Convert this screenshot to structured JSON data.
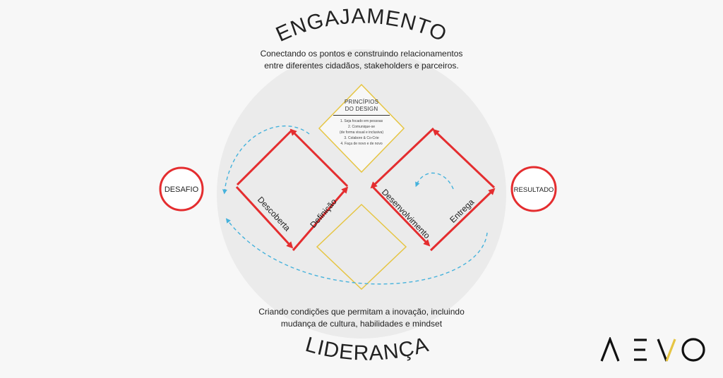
{
  "title_top": "ENGAJAMENTO",
  "subtitle_top_line1": "Conectando os pontos e construindo relacionamentos",
  "subtitle_top_line2": "entre diferentes cidadãos, stakeholders e parceiros.",
  "principles_title_line1": "PRINCÍPIOS",
  "principles_title_line2": "DO DESIGN",
  "principles_items": [
    "1. Seja focado em pessoas",
    "2. Comunique-se",
    "(de forma visual e inclusiva)",
    "3. Colabore & Co-Crie",
    "4. Faça de novo e de novo"
  ],
  "left_circle_label": "DESAFIO",
  "right_circle_label": "RESULTADO",
  "phase_labels": {
    "discover": "Descoberta",
    "define": "Definição",
    "develop": "Desenvolvimento",
    "deliver": "Entrega"
  },
  "subtitle_bottom_line1": "Criando condições que permitam a inovação, incluindo",
  "subtitle_bottom_line2": "mudança de cultura, habilidades e mindset",
  "title_bottom": "LIDERANÇA",
  "logo_text": "AEVO",
  "colors": {
    "red": "#e42d2f",
    "gold": "#e6c543",
    "blue_dashed": "#45b2dc",
    "circle_bg": "#ebebeb",
    "text": "#222222"
  }
}
